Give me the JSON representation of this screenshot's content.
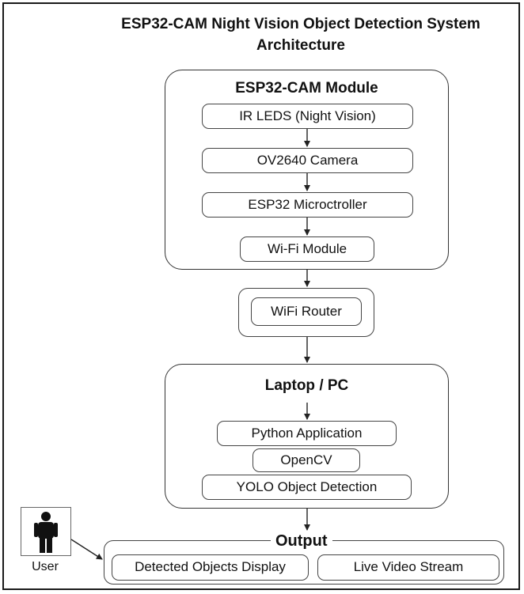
{
  "title": {
    "line1": "ESP32-CAM Night Vision Object Detection System",
    "line2": "Architecture"
  },
  "esp32_module": {
    "heading": "ESP32-CAM Module",
    "items": [
      "IR LEDS (Night Vision)",
      "OV2640 Camera",
      "ESP32 Microctroller",
      "Wi-Fi Module"
    ]
  },
  "router": {
    "label": "WiFi Router"
  },
  "laptop": {
    "heading": "Laptop / PC",
    "items": [
      "Python Application",
      "OpenCV",
      "YOLO Object Detection"
    ]
  },
  "output": {
    "heading": "Output",
    "items": [
      "Detected Objects Display",
      "Live Video Stream"
    ]
  },
  "user": {
    "label": "User",
    "icon": "person-icon"
  }
}
